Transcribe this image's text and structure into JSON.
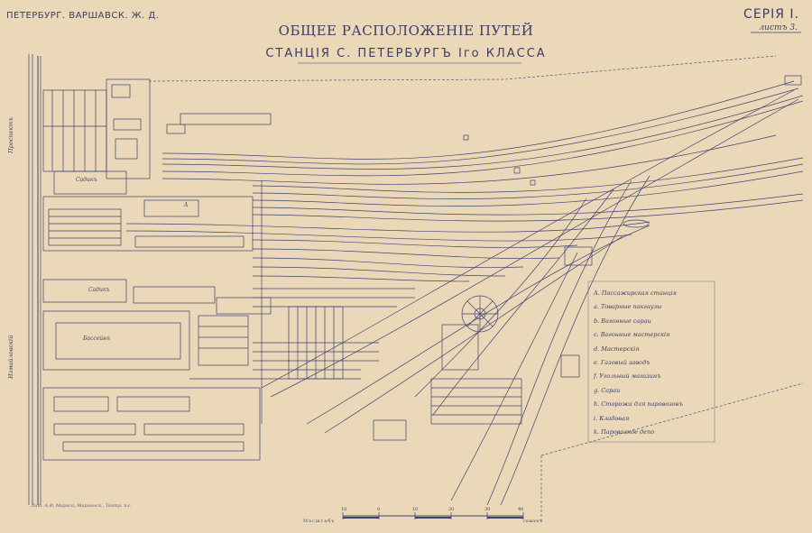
{
  "header": {
    "railway": "ПЕТЕРБУРГ. ВАРШАВСК. Ж. Д.",
    "series": "СЕРІЯ I.",
    "sheet": "листъ 3.",
    "title_line1": "ОБЩЕЕ РАСПОЛОЖЕНІЕ ПУТЕЙ",
    "title_line2": "СТАНЦІЯ С. ПЕТЕРБУРГЪ Iго КЛАССА"
  },
  "legend": [
    "A. Пассажирская станція",
    "a. Товарные пакгаузы",
    "b. Вагонные сараи",
    "c. Вагонные мастерскія",
    "d. Мастерскія",
    "e. Газовый заводъ",
    "f. Угольный магазинъ",
    "g. Сараи",
    "h. Сторожа для паровозовъ",
    "i. Кладовая",
    "k. Паровозное депо"
  ],
  "plan_labels": {
    "garden_1": "Садикъ",
    "garden_2": "Садикъ",
    "pool": "Бассейнъ",
    "letter_a": "A",
    "avenue_1": "Проспектъ",
    "avenue_2": "Измайловскій"
  },
  "footer": {
    "imprint": "Лит. А.Ф. Маркса, Мариинск., Театр. пл.",
    "scale_label": "Масштабъ",
    "scale_unit": "саженъ",
    "scale_ticks": [
      "10",
      "0",
      "10",
      "20",
      "30",
      "40"
    ]
  },
  "colors": {
    "paper": "#ead8b9",
    "ink": "#3b3d63"
  }
}
